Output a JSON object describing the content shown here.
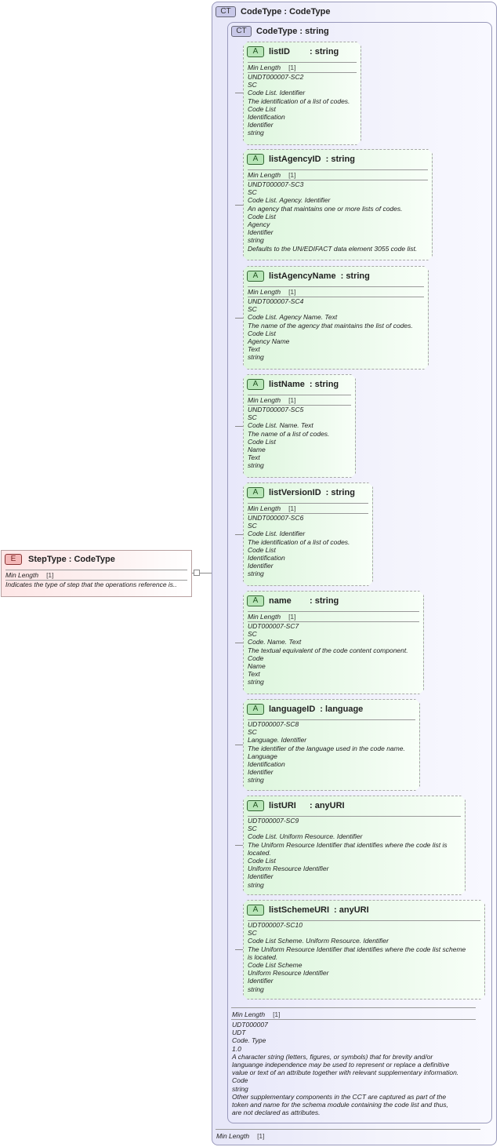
{
  "outer": {
    "badge": "CT",
    "title": "CodeType : CodeType",
    "min_length_label": "Min Length",
    "min_length_value": "[1]"
  },
  "inner": {
    "badge": "CT",
    "title": "CodeType : string",
    "min_length_label": "Min Length",
    "min_length_value": "[1]",
    "doc": "UDT000007\nUDT\nCode. Type\n1.0\nA character string (letters, figures, or symbols) that for brevity and/or\nlanguange independence may be used to represent or replace a definitive\nvalue or text of an attribute together with relevant supplementary information.\nCode\nstring\nOther supplementary components in the CCT are captured as part of the\ntoken and name for the schema module containing the code list and thus,\nare not declared as attributes."
  },
  "element": {
    "badge": "E",
    "title": "StepType : CodeType",
    "min_length_label": "Min Length",
    "min_length_value": "[1]",
    "doc": "Indicates the type of step that the operations reference is.."
  },
  "attributes": [
    {
      "badge": "A",
      "name": "listID",
      "type": ": string",
      "min_length_label": "Min Length",
      "min_length_value": "[1]",
      "doc": "UNDT000007-SC2\nSC\nCode List. Identifier\nThe identification of a list of codes.\nCode List\nIdentification\nIdentifier\nstring"
    },
    {
      "badge": "A",
      "name": "listAgencyID",
      "type": ": string",
      "min_length_label": "Min Length",
      "min_length_value": "[1]",
      "doc": "UNDT000007-SC3\nSC\nCode List. Agency. Identifier\nAn agency that maintains one or more lists of codes.\nCode List\nAgency\nIdentifier\nstring\nDefaults to the UN/EDIFACT data element 3055 code list."
    },
    {
      "badge": "A",
      "name": "listAgencyName",
      "type": ": string",
      "min_length_label": "Min Length",
      "min_length_value": "[1]",
      "doc": "UNDT000007-SC4\nSC\nCode List. Agency Name. Text\nThe name of the agency that maintains the list of codes.\nCode List\nAgency Name\nText\nstring"
    },
    {
      "badge": "A",
      "name": "listName",
      "type": ": string",
      "min_length_label": "Min Length",
      "min_length_value": "[1]",
      "doc": "UNDT000007-SC5\nSC\nCode List. Name. Text\nThe name of a list of codes.\nCode List\nName\nText\nstring"
    },
    {
      "badge": "A",
      "name": "listVersionID",
      "type": ": string",
      "min_length_label": "Min Length",
      "min_length_value": "[1]",
      "doc": "UNDT000007-SC6\nSC\nCode List. Identifier\nThe identification of a list of codes.\nCode List\nIdentification\nIdentifier\nstring"
    },
    {
      "badge": "A",
      "name": "name",
      "type": ": string",
      "min_length_label": "Min Length",
      "min_length_value": "[1]",
      "doc": "UDT000007-SC7\nSC\nCode. Name. Text\nThe textual equivalent of the code content component.\nCode\nName\nText\nstring"
    },
    {
      "badge": "A",
      "name": "languageID",
      "type": ": language",
      "min_length_label": "",
      "min_length_value": "",
      "doc": "UDT000007-SC8\nSC\nLanguage. Identifier\nThe identifier of the language used in the code name.\nLanguage\nIdentification\nIdentifier\nstring"
    },
    {
      "badge": "A",
      "name": "listURI",
      "type": ": anyURI",
      "min_length_label": "",
      "min_length_value": "",
      "doc": "UDT000007-SC9\nSC\nCode List. Uniform Resource. Identifier\nThe Uniform Resource Identifier that identifies where the code list is\nlocated.\nCode List\nUniform Resource Identifier\nIdentifier\nstring"
    },
    {
      "badge": "A",
      "name": "listSchemeURI",
      "type": ": anyURI",
      "min_length_label": "",
      "min_length_value": "",
      "doc": "UDT000007-SC10\nSC\nCode List Scheme. Uniform Resource. Identifier\nThe Uniform Resource Identifier that identifies where the code list scheme\nis located.\nCode List Scheme\nUniform Resource Identifier\nIdentifier\nstring"
    }
  ],
  "colors": {
    "element_fill": "#fde6e6",
    "attribute_fill": "#ddf6dd",
    "complex_type_fill": "#e6e6f8"
  }
}
